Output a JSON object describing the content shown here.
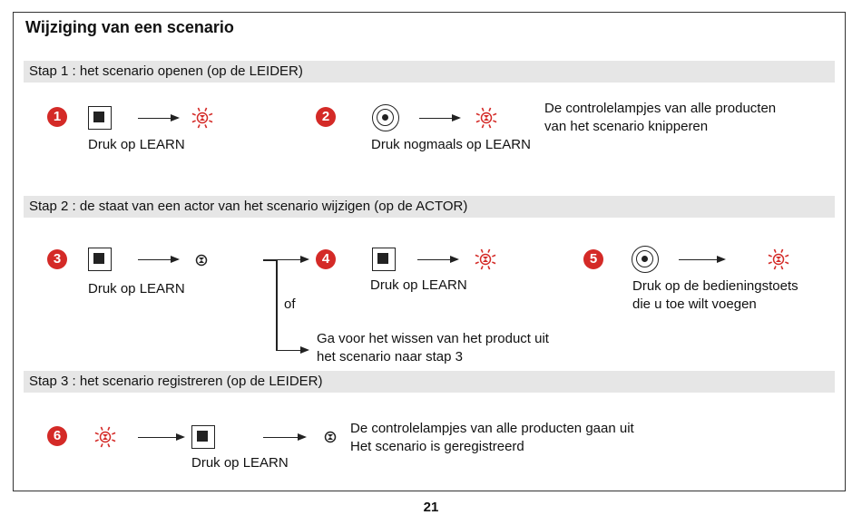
{
  "title": "Wijziging van een scenario",
  "steps_headers": {
    "stap1": "Stap 1 : het scenario openen (op de LEIDER)",
    "stap2": "Stap 2 : de staat van een actor van het scenario wijzigen (op de ACTOR)",
    "stap3": "Stap 3 : het scenario registreren (op de LEIDER)"
  },
  "step_numbers": [
    "1",
    "2",
    "3",
    "4",
    "5",
    "6"
  ],
  "captions": {
    "s1": "Druk op LEARN",
    "s2": "Druk nogmaals op LEARN",
    "s2_note": [
      "De controlelampjes van alle producten",
      "van het scenario knipperen"
    ],
    "s3": "Druk op LEARN",
    "of": "of",
    "s4": "Druk op LEARN",
    "s4_alt": [
      "Ga voor het wissen van het product uit",
      "het scenario naar stap 3"
    ],
    "s5": [
      "Druk op de bedieningstoets",
      "die u toe wilt voegen"
    ],
    "s6": "Druk op LEARN",
    "s6_note": [
      "De controlelampjes van alle producten gaan uit",
      "Het scenario is geregistreerd"
    ]
  },
  "page_number": "21",
  "colors": {
    "accent": "#d42a27",
    "band": "#e6e6e6",
    "ink": "#222222"
  },
  "icons": [
    "square-learn-button-icon",
    "round-learn-button-icon",
    "blinking-lamp-icon",
    "lamp-off-icon",
    "arrow-icon"
  ]
}
